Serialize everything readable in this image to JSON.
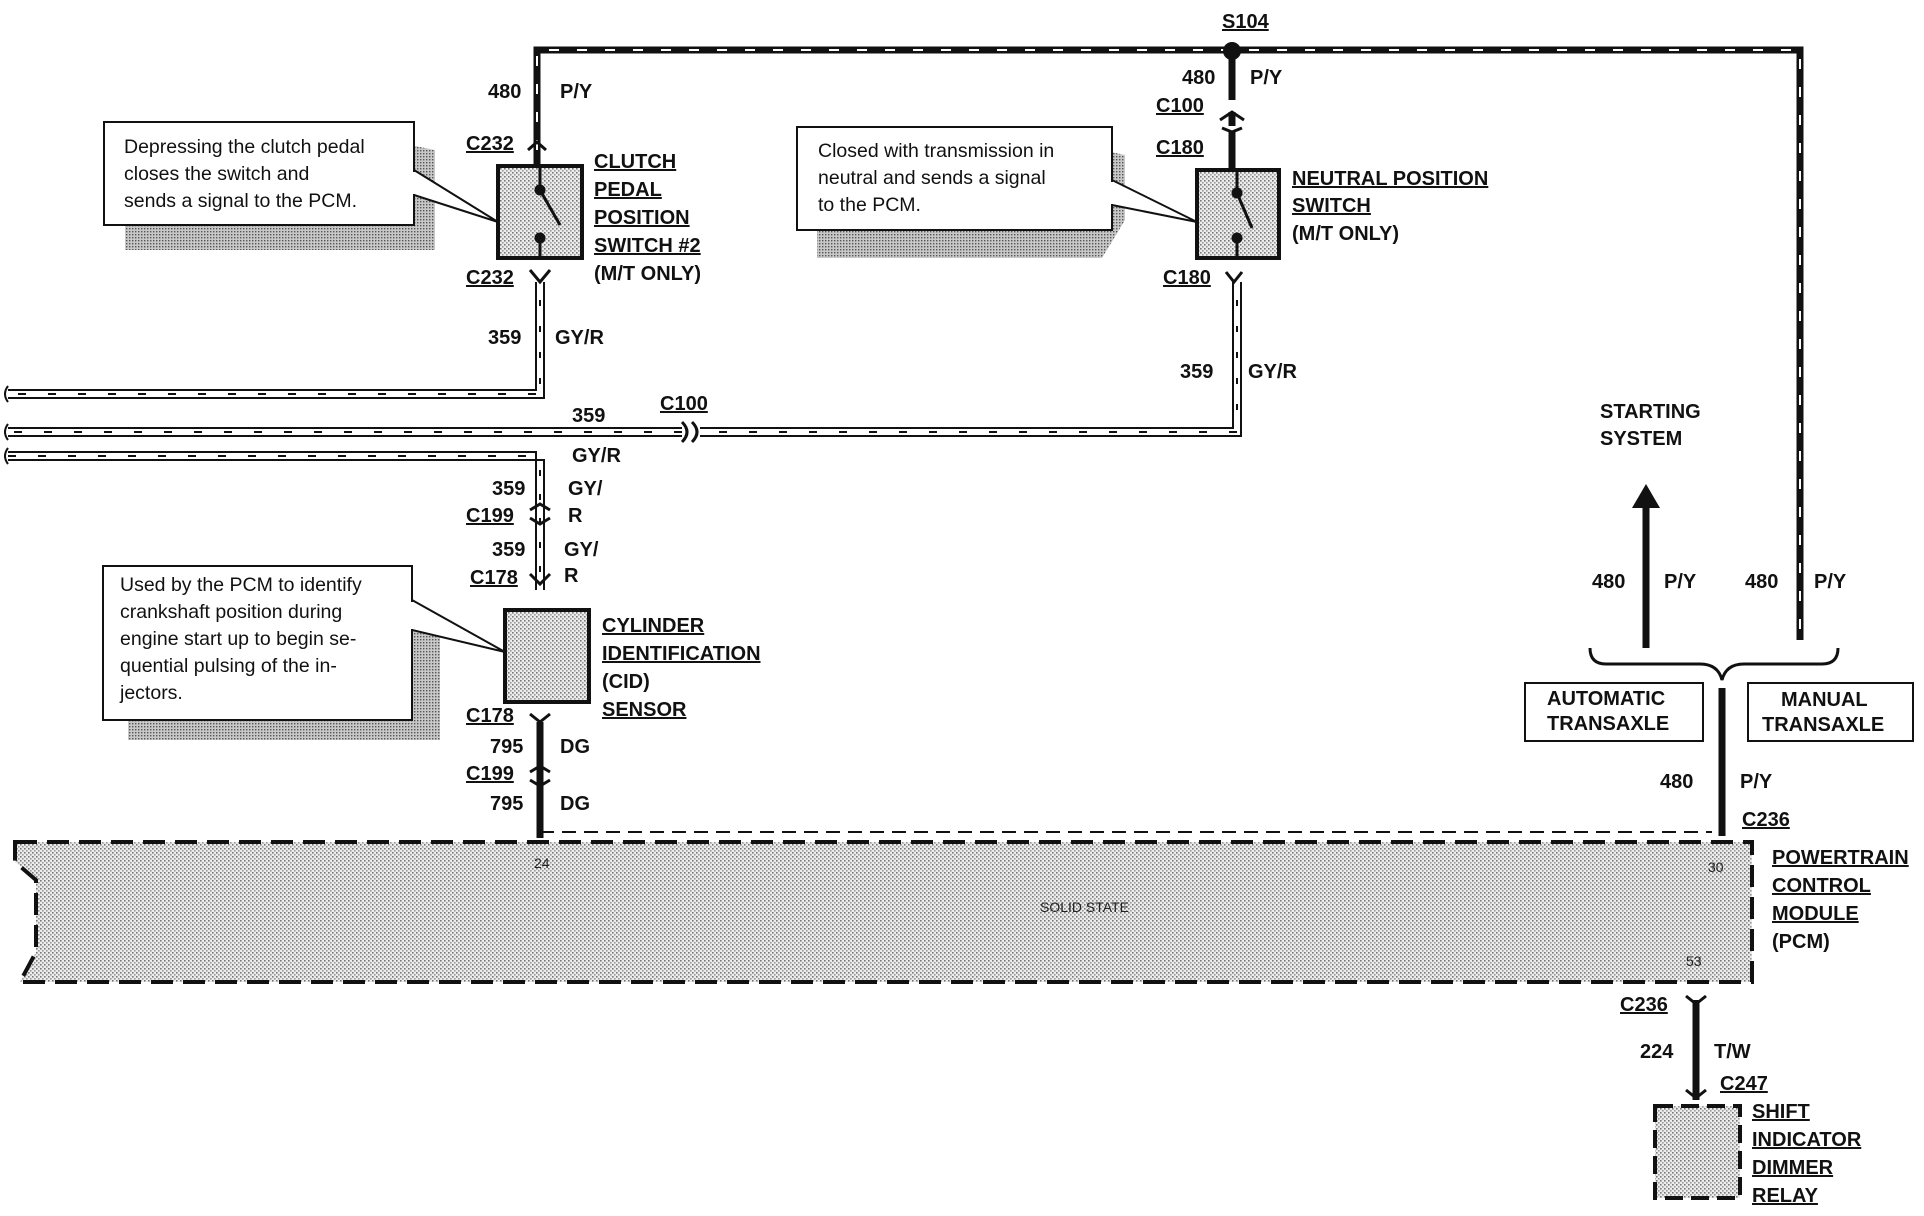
{
  "splice": {
    "s104": "S104"
  },
  "wires": {
    "w480": "480",
    "py": "P/Y",
    "w359": "359",
    "gyr": "GY/R",
    "gy_slash": "GY/",
    "r": "R",
    "w795": "795",
    "dg": "DG",
    "w224": "224",
    "tw": "T/W"
  },
  "connectors": {
    "c232": "C232",
    "c100": "C100",
    "c180": "C180",
    "c199": "C199",
    "c178": "C178",
    "c236": "C236",
    "c247": "C247"
  },
  "components": {
    "clutch": [
      "CLUTCH",
      "PEDAL",
      "POSITION",
      "SWITCH #2",
      "(M/T ONLY)"
    ],
    "neutral": [
      "NEUTRAL POSITION",
      "SWITCH",
      "(M/T ONLY)"
    ],
    "cid": [
      "CYLINDER",
      "IDENTIFICATION",
      "(CID)",
      "SENSOR"
    ],
    "pcm": [
      "POWERTRAIN",
      "CONTROL",
      "MODULE",
      "(PCM)"
    ],
    "relay": [
      "SHIFT",
      "INDICATOR",
      "DIMMER",
      "RELAY"
    ],
    "starting": [
      "STARTING",
      "SYSTEM"
    ],
    "auto_trans": [
      "AUTOMATIC",
      "TRANSAXLE"
    ],
    "manual_trans": [
      "MANUAL",
      "TRANSAXLE"
    ]
  },
  "notes": {
    "clutch": [
      "Depressing the clutch pedal",
      "closes the switch and",
      "sends a signal to the PCM."
    ],
    "neutral": [
      "Closed with transmission in",
      "neutral and sends a signal",
      "to the PCM."
    ],
    "cid": [
      "Used by the PCM to identify",
      "crankshaft position during",
      "engine start up to begin se-",
      "quential pulsing of the in-",
      "jectors."
    ]
  },
  "pcm": {
    "solid_state": "SOLID STATE",
    "pin_24": "24",
    "pin_30": "30",
    "pin_53": "53"
  }
}
